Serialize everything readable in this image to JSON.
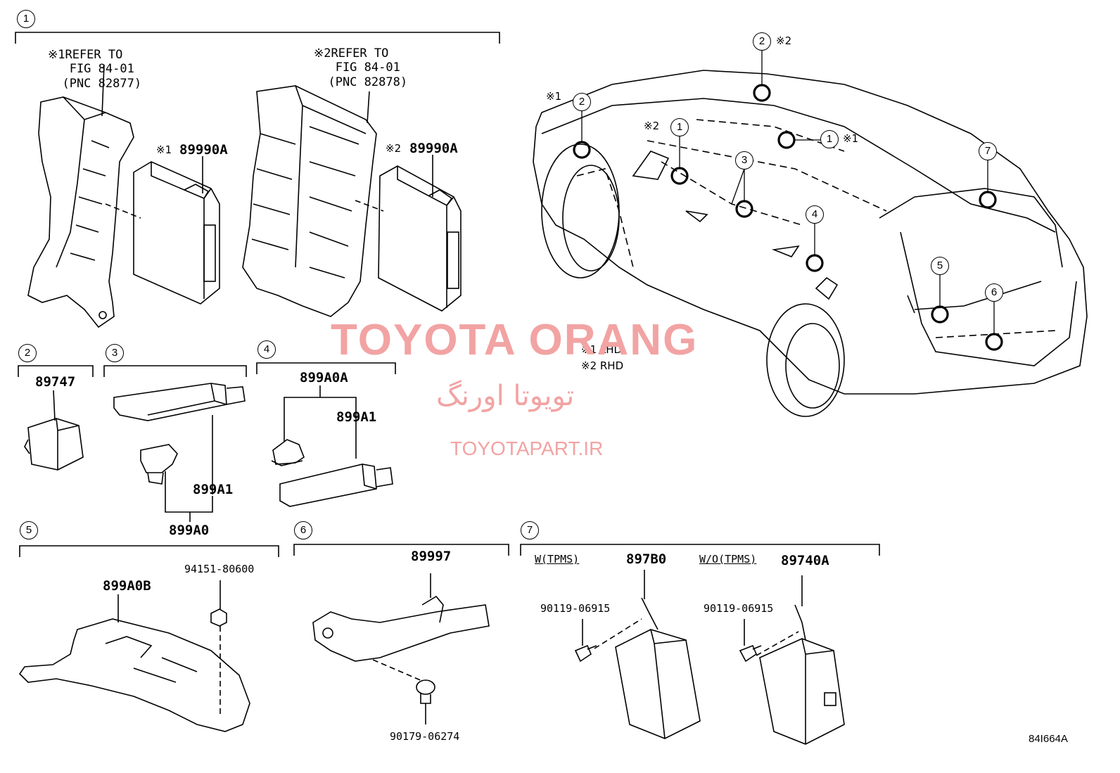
{
  "groups": {
    "g1": {
      "num": "1",
      "note_left": "※1REFER TO\n   FIG 84-01\n  (PNC 82877)",
      "note_right": "※2REFER TO\n   FIG 84-01\n  (PNC 82878)",
      "part_left_mark": "※1",
      "part_left": "89990A",
      "part_right_mark": "※2",
      "part_right": "89990A"
    },
    "g2": {
      "num": "2",
      "part": "89747"
    },
    "g3": {
      "num": "3",
      "part_a": "899A1",
      "part_b": "899A0"
    },
    "g4": {
      "num": "4",
      "part_a": "899A0A",
      "part_b": "899A1"
    },
    "g5": {
      "num": "5",
      "part_a": "899A0B",
      "part_b": "94151-80600"
    },
    "g6": {
      "num": "6",
      "part_a": "89997",
      "part_b": "90179-06274"
    },
    "g7": {
      "num": "7",
      "sub_left": "W(TPMS)",
      "part_left": "897B0",
      "bolt_left": "90119-06915",
      "sub_right": "W/O(TPMS)",
      "part_right": "89740A",
      "bolt_right": "90119-06915"
    }
  },
  "vehicle": {
    "callouts": [
      {
        "num": "2",
        "mark": "※2"
      },
      {
        "num": "2",
        "mark": "※1"
      },
      {
        "num": "1",
        "mark": "※2"
      },
      {
        "num": "1",
        "mark": "※1"
      },
      {
        "num": "3",
        "mark": ""
      },
      {
        "num": "4",
        "mark": ""
      },
      {
        "num": "5",
        "mark": ""
      },
      {
        "num": "6",
        "mark": ""
      },
      {
        "num": "7",
        "mark": ""
      }
    ],
    "legend": [
      "※1 LHD",
      "※2 RHD"
    ]
  },
  "watermark": {
    "line1": "TOYOTA ORANG",
    "line2": "تویوتا اورنگ",
    "line3": "TOYOTAPART.IR"
  },
  "diagram_code": "84I664A"
}
